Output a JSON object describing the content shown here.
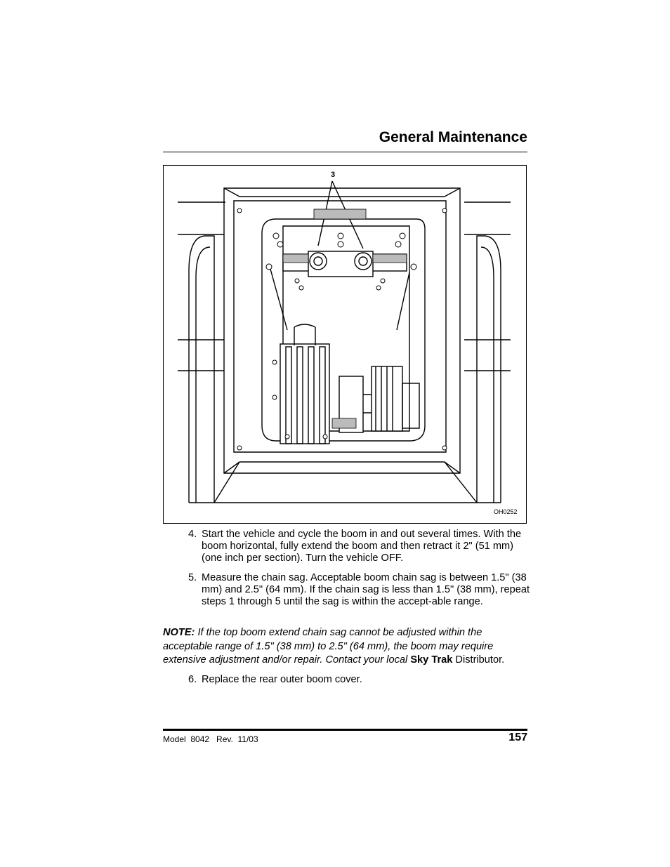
{
  "header": {
    "title": "General Maintenance"
  },
  "figure": {
    "callout": "3",
    "code": "OH0252"
  },
  "steps": [
    {
      "number": "4.",
      "text": "Start the vehicle and cycle the boom in and out several times. With the boom horizontal, fully extend the boom and then retract it 2\" (51 mm) (one inch per section). Turn the vehicle OFF."
    },
    {
      "number": "5.",
      "text": "Measure the chain sag. Acceptable boom chain sag is between 1.5\" (38 mm) and 2.5\" (64 mm). If the chain sag is less than 1.5\" (38 mm), repeat steps 1 through 5 until the sag is within the accept-able range."
    },
    {
      "number": "6.",
      "text": "Replace the rear outer boom cover."
    }
  ],
  "note": {
    "label": "NOTE:",
    "text_before": " If the top boom extend chain sag cannot be adjusted within the acceptable range of 1.5\" (38 mm) to 2.5\" (64 mm), the boom may require extensive adjustment and/or repair. Contact your local ",
    "brand": "Sky Trak",
    "text_after": " Distributor."
  },
  "footer": {
    "model": "Model  8042   Rev.  11/03",
    "page": "157"
  }
}
